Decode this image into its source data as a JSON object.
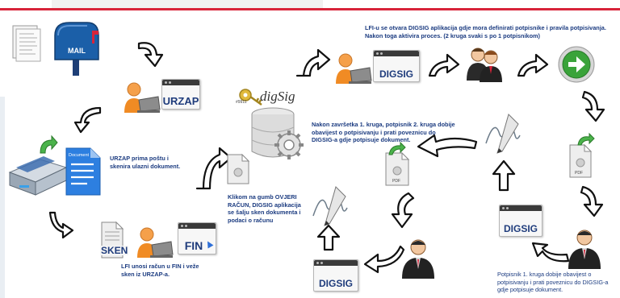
{
  "logo": {
    "text": "digSig",
    "badge": "#9911"
  },
  "windows": {
    "urzap": "URZAP",
    "digsig_top": "DIGSIG",
    "fin": "FIN",
    "digsig_bottom": "DIGSIG",
    "digsig_right": "DIGSIG"
  },
  "mail_label": "MAIL",
  "document_label": "Document",
  "sken_label": "SKEN",
  "pdf_label": "PDF",
  "captions": {
    "top": "LFI-u se otvara DIGSIG aplikacija gdje mora definirati potpisnike i pravila potpisivanja. Nakon toga aktivira proces. (2 kruga svaki s po 1 potpisnikom)",
    "scan": "URZAP prima poštu i skenira ulazni dokument.",
    "fin": "Klikom na gumb OVJERI RAČUN, DIGSIG aplikacija se šalju sken dokumenta i podaci o računu",
    "lfi": "LFI unosi račun u FIN i veže sken iz URZAP-a.",
    "round1": "Nakon završetka 1. kruga, potpisnik 2. kruga dobije obavijest o potpisivanju i prati poveznicu do DIGSIG-a gdje potpisuje dokument.",
    "signer1": "Potpisnik 1. kruga dobije obavijest o potpisivanju i prati poveznicu do DIGSIG-a gdje potpisuje dokument."
  },
  "colors": {
    "caption": "#1b3b80",
    "accent_red": "#d8243a",
    "go_green": "#3aa33a",
    "mailbox_blue": "#1b5fa8"
  }
}
